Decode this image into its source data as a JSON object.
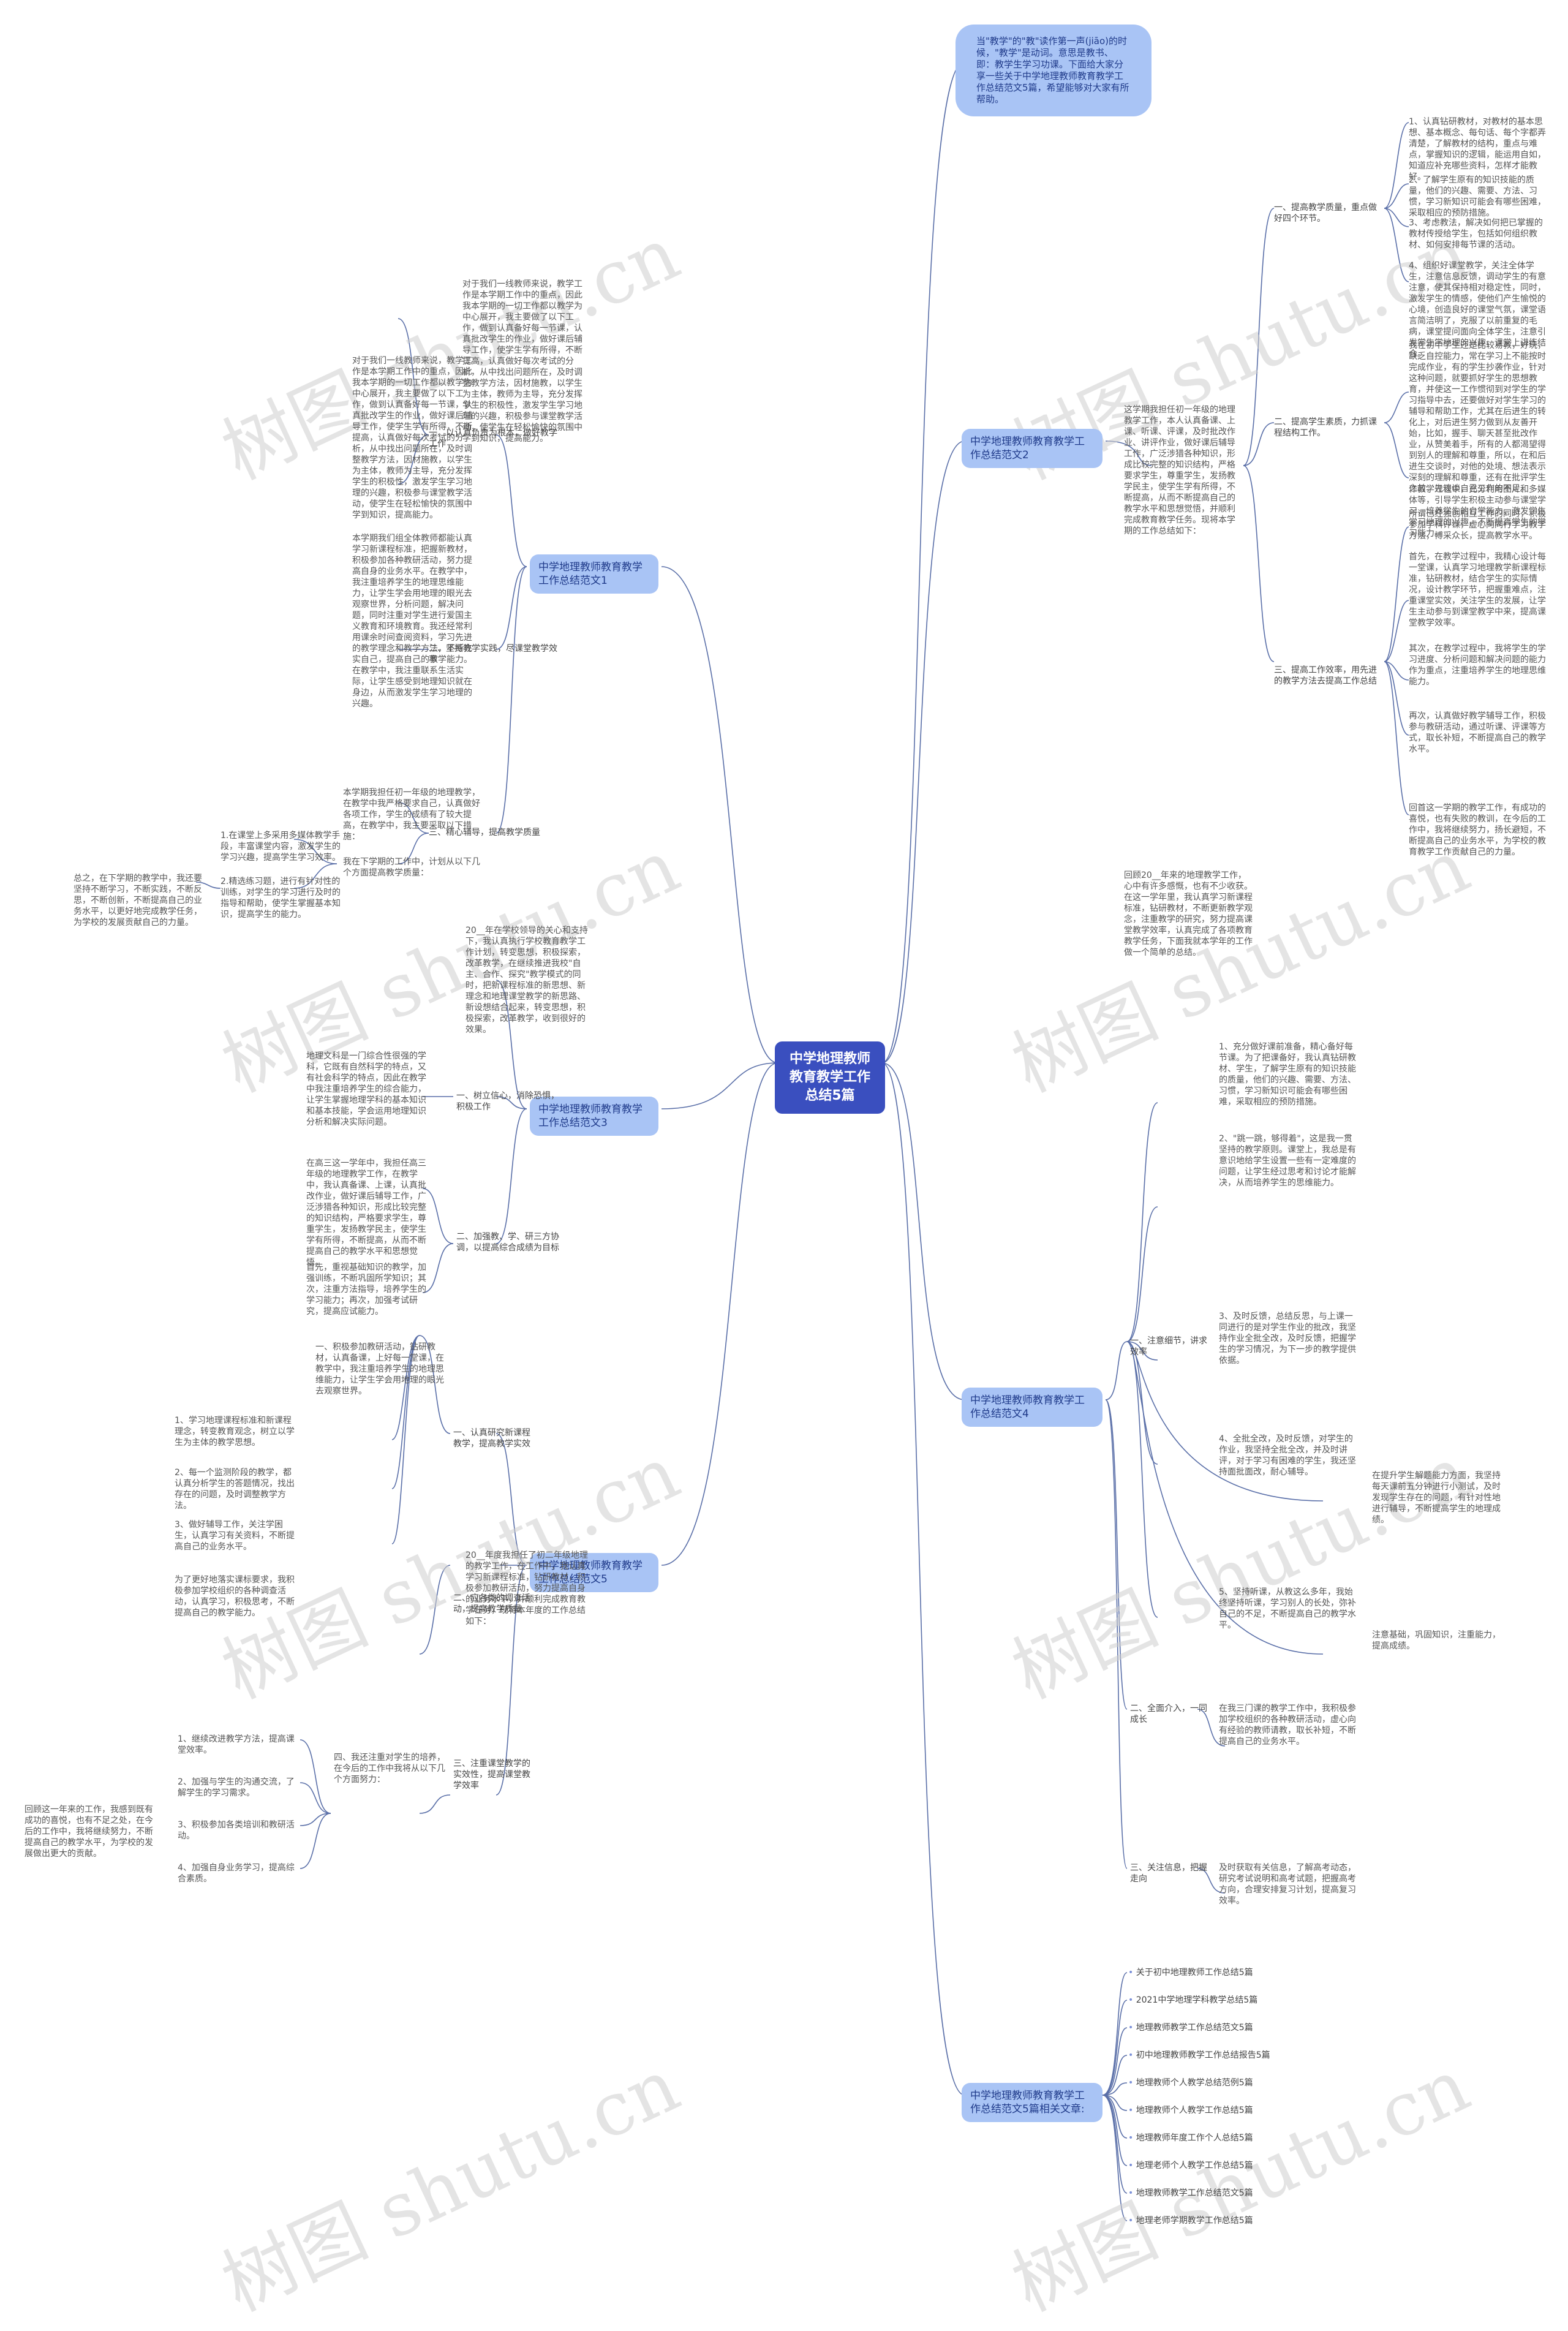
{
  "root": "中学地理教师教育教学工作总结5篇",
  "intro": "当\"教学\"的\"教\"读作第一声(jiāo)的时候，\"教学\"是动词。意思是教书、即：教学生学习功课。下面给大家分享一些关于中学地理教师教育教学工作总结范文5篇，希望能够对大家有所帮助。",
  "watermark": "树图 shutu.cn",
  "branches": [
    {
      "label": "中学地理教师教育教学工作总结范文1"
    },
    {
      "label": "中学地理教师教育教学工作总结范文2"
    },
    {
      "label": "中学地理教师教育教学工作总结范文3"
    },
    {
      "label": "中学地理教师教育教学工作总结范文4"
    },
    {
      "label": "中学地理教师教育教学工作总结范文5"
    },
    {
      "label": "中学地理教师教育教学工作总结范文5篇相关文章:"
    }
  ],
  "b1": {
    "intro": "这学期我担任初一年级的地理教学工作，本人认真备课、上课、听课、评课，及时批改作业、讲评作业，做好课后辅导工作，广泛涉猎各种知识，形成比较完整的知识结构，严格要求学生，尊重学生，发扬教学民主，使学生学有所得，不断提高，从而不断提高自己的教学水平和思想觉悟，并顺利完成教育教学任务。现将本学期的工作总结如下：",
    "s1": "一、以认真负责为根本，做好教学工作",
    "s1_text": "对于我们一线教师来说，教学工作是本学期工作中的重点，因此我本学期的一切工作都以教学为中心展开，我主要做了以下工作，做到认真备好每一节课，认真批改学生的作业，做好课后辅导工作，使学生学有所得，不断提高，认真做好每次考试的分析，从中找出问题所在，及时调整教学方法，因材施教，以学生为主体，教师为主导，充分发挥学生的积极性，激发学生学习地理的兴趣，积极参与课堂教学活动，使学生在轻松愉快的氛围中学到知识，提高能力。",
    "s1_text2": "本学期我们组全体教师都能认真学习新课程标准，把握新教材，积极参加各种教研活动，努力提高自身的业务水平。在教学中，我注重培养学生的地理思维能力，让学生学会用地理的眼光去观察世界，分析问题，解决问题，同时注重对学生进行爱国主义教育和环境教育。我还经常利用课余时间查阅资料，学习先进的教学理念和教学方法，不断充实自己，提高自己的教学能力。在教学中，我注重联系生活实际，让学生感受到地理知识就在身边，从而激发学生学习地理的兴趣。",
    "s2": "二、坚持教学实践，尽课堂教学效率",
    "s3": "三、精心辅导，提高教学质量",
    "s3_text": "本学期我担任初一年级的地理教学，在教学中我严格要求自己，认真做好各项工作，学生的成绩有了较大提高，在教学中，我主要采取以下措施：",
    "s3_a": "1.在课堂上多采用多媒体教学手段，丰富课堂内容，激发学生的学习兴趣，提高学生学习效率。",
    "s3_b": "2.精选练习题，进行有针对性的训练，对学生的学习进行及时的指导和帮助，使学生掌握基本知识，提高学生的能力。",
    "s3_c": "我在下学期的工作中，计划从以下几个方面提高教学质量：",
    "s3_d": "总之，在下学期的教学中，我还要坚持不断学习，不断实践，不断反思，不断创新，不断提高自己的业务水平，以更好地完成教学任务，为学校的发展贡献自己的力量。"
  },
  "b2": {
    "s1": "一、提高教学质量，重点做好四个环节。",
    "s1_i1": "1、认真钻研教材，对教材的基本思想、基本概念、每句话、每个字都弄清楚，了解教材的结构，重点与难点，掌握知识的逻辑，能运用自如，知道应补充哪些资料，怎样才能教好。",
    "s1_i2": "2、了解学生原有的知识技能的质量，他们的兴趣、需要、方法、习惯，学习新知识可能会有哪些困难，采取相应的预防措施。",
    "s1_i3": "3、考虑教法，解决如何把已掌握的教材传授给学生，包括如何组织教材、如何安排每节课的活动。",
    "s1_i4": "4、组织好课堂教学，关注全体学生，注意信息反馈，调动学生的有意注意，使其保持相对稳定性，同时，激发学生的情感，使他们产生愉悦的心境，创造良好的课堂气氛，课堂语言简洁明了，克服了以前重复的毛病，课堂提问面向全体学生，注意引发学生学地理的兴趣，课堂上讲练结合。",
    "s2": "二、提高学生素质，力抓课程结构工作。",
    "s2_text": "我在初中学生还是比较易教，好玩，缺乏自控能力，常在学习上不能按时完成作业，有的学生抄袭作业，针对这种问题，就要抓好学生的思想教育，并使这一工作惯彻到对学生的学习指导中去，还要做好对学生学习的辅导和帮助工作，尤其在后进生的转化上，对后进生努力做到从友善开始，比如，握手、聊天甚至批改作业，从赞美着手，所有的人都渴望得到别人的理解和尊重，所以，在和后进生交谈时，对他的处境、想法表示深刻的理解和尊重，还有在批评学生之前，先谈谈自己工作的不足。",
    "s2_text2": "作教学过程中，充分利用图片和多媒体等，引导学生积极主动参与课堂学习，培养学生的自学能力，激发学生学习地理的兴趣，不断提高学生的学习能力。",
    "s3": "三、提高工作效率，用先进的教学方法去提高工作总结",
    "s3_t1": "所谓已经独创相互工作的同时，积极参加学科评课，虚心向同行学习教学方法，博采众长，提高教学水平。",
    "s3_t2": "首先，在教学过程中，我精心设计每一堂课，认真学习地理教学新课程标准，钻研教材，结合学生的实际情况，设计教学环节，把握重难点，注重课堂实效，关注学生的发展，让学生主动参与到课堂教学中来，提高课堂教学效率。",
    "s3_t3": "其次，在教学过程中，我将学生的学习进度、分析问题和解决问题的能力作为重点，注重培养学生的地理思维能力。",
    "s3_t4": "再次，认真做好教学辅导工作，积极参与教研活动，通过听课、评课等方式，取长补短，不断提高自己的教学水平。",
    "s3_t5": "回首这一学期的教学工作，有成功的喜悦，也有失败的教训，在今后的工作中，我将继续努力，扬长避短，不断提高自己的业务水平，为学校的教育教学工作贡献自己的力量。"
  },
  "b3": {
    "intro": "20__年在学校领导的关心和支持下，我认真执行学校教育教学工作计划，转变思想，积极探索，改革教学，在继续推进我校\"自主、合作、探究\"教学模式的同时，把新课程标准的新思想、新理念和地理课堂教学的新思路、新设想结合起来，转变思想，积极探索，改革教学，收到很好的效果。",
    "s1": "一、树立信心，消除恐惧，积极工作",
    "s1_text": "地理文科是一门综合性很强的学科，它既有自然科学的特点，又有社会科学的特点，因此在教学中我注重培养学生的综合能力，让学生掌握地理学科的基本知识和基本技能，学会运用地理知识分析和解决实际问题。",
    "s2": "二、加强教、学、研三方协调，以提高综合成绩为目标",
    "s2_text": "在高三这一学年中，我担任高三年级的地理教学工作，在教学中，我认真备课、上课，认真批改作业，做好课后辅导工作，广泛涉猎各种知识，形成比较完整的知识结构，严格要求学生，尊重学生，发扬教学民主，使学生学有所得，不断提高，从而不断提高自己的教学水平和思想觉悟。",
    "s2_text2": "首先，重视基础知识的教学，加强训练，不断巩固所学知识；其次，注重方法指导，培养学生的学习能力；再次，加强考试研究，提高应试能力。"
  },
  "b4": {
    "intro": "回顾20__年来的地理教学工作，心中有许多感慨，也有不少收获。在这一学年里，我认真学习新课程标准，钻研教材，不断更新教学观念，注重教学的研究，努力提高课堂教学效率，认真完成了各项教育教学任务，下面我就本学年的工作做一个简单的总结。",
    "s1": "一、注意细节，讲求效率",
    "s1_i1": "1、充分做好课前准备，精心备好每节课。为了把课备好，我认真钻研教材、学生，了解学生原有的知识技能的质量，他们的兴趣、需要、方法、习惯，学习新知识可能会有哪些困难，采取相应的预防措施。",
    "s1_i2": "2、\"跳一跳，够得着\"，这是我一贯坚持的教学原则。课堂上，我总是有意识地给学生设置一些有一定难度的问题，让学生经过思考和讨论才能解决，从而培养学生的思维能力。",
    "s1_i3": "3、及时反馈，总结反思，与上课一同进行的是对学生作业的批改，我坚持作业全批全改，及时反馈，把握学生的学习情况，为下一步的教学提供依据。",
    "s1_i4": "4、全批全改，及时反馈，对学生的作业，我坚持全批全改，并及时讲评，对于学习有困难的学生，我还坚持面批面改，耐心辅导。",
    "s1_i5": "5、坚持听课，从教这么多年，我始终坚持听课，学习别人的长处，弥补自己的不足，不断提高自己的教学水平。",
    "s1_tail": "注意基础，巩固知识，注重能力，提高成绩。",
    "s1_side": "在提升学生解题能力方面，我坚持每天课前五分钟进行小测试，及时发现学生存在的问题，有针对性地进行辅导，不断提高学生的地理成绩。",
    "s2": "二、全面介入，一同成长",
    "s2_text": "在我三门课的教学工作中，我积极参加学校组织的各种教研活动，虚心向有经验的教师请教，取长补短，不断提高自己的业务水平。",
    "s3": "三、关注信息，把握走向",
    "s3_text": "及时获取有关信息，了解高考动态，研究考试说明和高考试题，把握高考方向，合理安排复习计划，提高复习效率。"
  },
  "b5": {
    "intro": "20__年度我担任了初二年级地理的教学工作，在工作中，我认真学习新课程标准，钻研教材，积极参加教研活动，努力提高自身的业务水平，并顺利完成教育教学任务，现将本年度的工作总结如下：",
    "s1": "一、认真研究新课程教学，提高教学实效",
    "s1_text": "一、积极参加教研活动，钻研教材，认真备课，上好每一堂课，在教学中，我注重培养学生的地理思维能力，让学生学会用地理的眼光去观察世界。",
    "s1_i1": "1、学习地理课程标准和新课程理念，转变教育观念，树立以学生为主体的教学思想。",
    "s1_i2": "2、每一个监测阶段的教学，都认真分析学生的答题情况，找出存在的问题，及时调整教学方法。",
    "s1_i3": "3、做好辅导工作，关注学困生，认真学习有关资料，不断提高自己的业务水平。",
    "s2": "二、应各类的调查活动，提高教学质量",
    "s2_text": "为了更好地落实课标要求，我积极参加学校组织的各种调查活动，认真学习，积极思考，不断提高自己的教学能力。",
    "s3": "三、注重课堂教学的实效性，提高课堂教学效率",
    "s3_text": "四、我还注重对学生的培养，在今后的工作中我将从以下几个方面努力：",
    "s3_i1": "1、继续改进教学方法，提高课堂效率。",
    "s3_i2": "2、加强与学生的沟通交流，了解学生的学习需求。",
    "s3_i3": "3、积极参加各类培训和教研活动。",
    "s3_i4": "4、加强自身业务学习，提高综合素质。",
    "s3_tail": "回顾这一年来的工作，我感到既有成功的喜悦，也有不足之处，在今后的工作中，我将继续努力，不断提高自己的教学水平，为学校的发展做出更大的贡献。"
  },
  "related": [
    "关于初中地理教师工作总结5篇",
    "2021中学地理学科教学总结5篇",
    "地理教师教学工作总结范文5篇",
    "初中地理教师教学工作总结报告5篇",
    "地理教师个人教学总结范例5篇",
    "地理教师个人教学工作总结5篇",
    "地理教师年度工作个人总结5篇",
    "地理老师个人教学工作总结5篇",
    "地理教师教学工作总结范文5篇",
    "地理老师学期教学工作总结5篇"
  ]
}
